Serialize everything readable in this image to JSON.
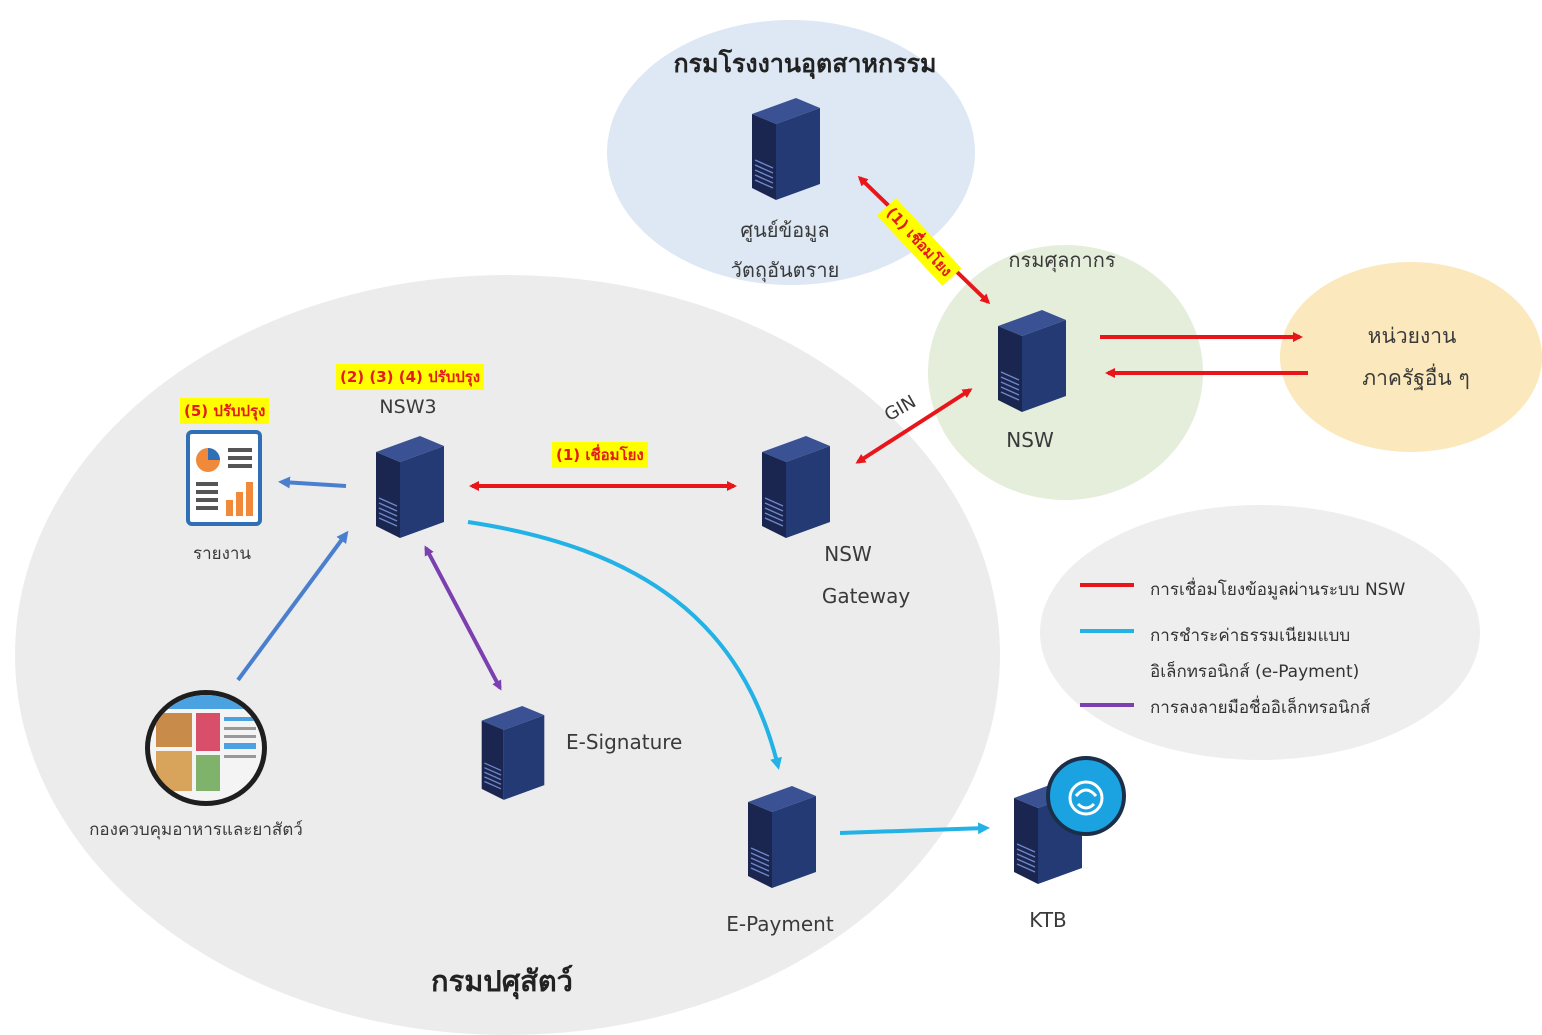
{
  "groups": {
    "dept_industrial": "กรมโรงงานอุตสาหกรรม",
    "customs": "กรมศุลกากร",
    "other_agencies_line1": "หน่วยงาน",
    "other_agencies_line2": "ภาครัฐอื่น ๆ",
    "livestock": "กรมปศุสัตว์"
  },
  "nodes": {
    "hazard_center_line1": "ศูนย์ข้อมูล",
    "hazard_center_line2": "วัตถุอันตราย",
    "nsw": "NSW",
    "nsw3": "NSW3",
    "nsw_gateway_line1": "NSW",
    "nsw_gateway_line2": "Gateway",
    "report": "รายงาน",
    "food_feed_division": "กองควบคุมอาหารและยาสัตว์",
    "e_signature": "E-Signature",
    "e_payment": "E-Payment",
    "ktb": "KTB"
  },
  "tags": {
    "link_top": "(1) เชื่อมโยง",
    "link_mid": "(1) เชื่อมโยง",
    "improve_234": "(2) (3) (4) ปรับปรุง",
    "improve_5": "(5) ปรับปรุง"
  },
  "edges": {
    "gin": "GIN"
  },
  "legend": {
    "red_label": "การเชื่อมโยงข้อมูลผ่านระบบ NSW",
    "blue_label_line1": "การชำระค่าธรรมเนียมแบบ",
    "blue_label_line2": "อิเล็กทรอนิกส์ (e-Payment)",
    "purple_label": "การลงลายมือชื่ออิเล็กทรอนิกส์"
  },
  "colors": {
    "red": "#e8161b",
    "blue": "#22b2e6",
    "purple": "#7b3fb0",
    "link_blue": "#4a7fd0",
    "industrial_bg": "#dde8f4",
    "customs_bg": "#e5eedb",
    "agencies_bg": "#fbe8bd",
    "livestock_bg": "#ececec",
    "legend_bg": "#eeeeee",
    "server_dark": "#1f2d5c",
    "server_light": "#3a5294"
  }
}
